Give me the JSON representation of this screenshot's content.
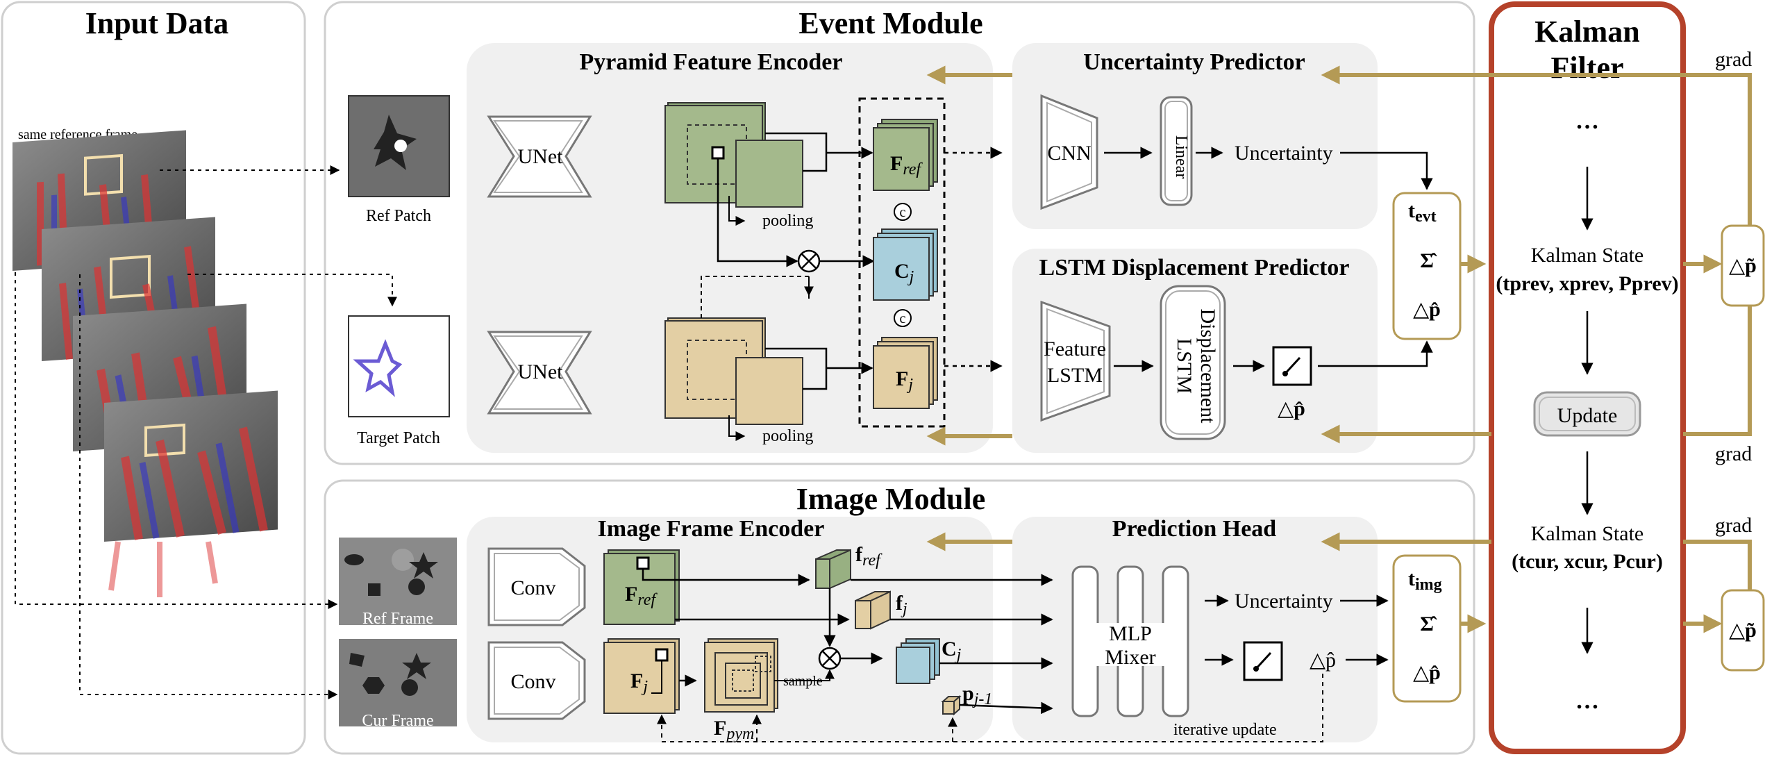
{
  "input_data": {
    "title": "Input Data",
    "caption": "same reference frame",
    "ref_patch": "Ref Patch",
    "target_patch": "Target Patch",
    "ref_frame": "Ref Frame",
    "cur_frame": "Cur Frame"
  },
  "event_module": {
    "title": "Event Module",
    "encoder": {
      "title": "Pyramid Feature Encoder",
      "unet_top": "UNet",
      "unet_bottom": "UNet",
      "pooling_top": "pooling",
      "pooling_bottom": "pooling",
      "f_ref": "F",
      "f_ref_sub": "ref",
      "c_j": "C",
      "c_j_sub": "j",
      "f_j": "F",
      "f_j_sub": "j",
      "concat": "c"
    },
    "uncertainty": {
      "title": "Uncertainty Predictor",
      "cnn": "CNN",
      "linear": "Linear",
      "output": "Uncertainty"
    },
    "lstm": {
      "title": "LSTM Displacement Predictor",
      "feature_lstm_1": "Feature",
      "feature_lstm_2": "LSTM",
      "displacement_1": "Displacement",
      "displacement_2": "LSTM",
      "delta": "△p̂"
    },
    "output_box": {
      "t": "t",
      "t_sub": "evt",
      "sigma": "Σ̂",
      "delta": "△p̂"
    }
  },
  "image_module": {
    "title": "Image Module",
    "encoder": {
      "title": "Image Frame Encoder",
      "conv_top": "Conv",
      "conv_bottom": "Conv",
      "F_ref": "F",
      "F_ref_sub": "ref",
      "F_j": "F",
      "F_j_sub": "j",
      "F_pym": "F",
      "F_pym_sub": "pym",
      "sample": "sample",
      "f_ref": "f",
      "f_ref_sub": "ref",
      "f_j": "f",
      "f_j_sub": "j",
      "C_j": "C",
      "C_j_sub": "j",
      "p_prev": "p",
      "p_prev_sub": "j-1"
    },
    "head": {
      "title": "Prediction Head",
      "mixer_1": "MLP",
      "mixer_2": "Mixer",
      "uncertainty": "Uncertainty",
      "delta": "△p̂",
      "iterative": "iterative update"
    },
    "output_box": {
      "t": "t",
      "t_sub": "img",
      "sigma": "Σ̂",
      "delta": "△p̂"
    }
  },
  "kalman": {
    "title_1": "Kalman",
    "title_2": "Filter",
    "dots_top": "…",
    "state_prev_label": "Kalman State",
    "state_prev_value": "(tprev, xprev, Pprev)",
    "update": "Update",
    "state_cur_label": "Kalman State",
    "state_cur_value": "(tcur, xcur, Pcur)",
    "dots_bottom": "…",
    "grad_1": "grad",
    "grad_2": "grad",
    "grad_3": "grad",
    "delta_tilde": "△p̃"
  },
  "colors": {
    "kalman_border": "#b5422a",
    "gold": "#b49a55",
    "green": "#a4b98c",
    "tan": "#e3cfa4",
    "blue": "#a9cfdc",
    "panel": "#f0f0f0"
  }
}
